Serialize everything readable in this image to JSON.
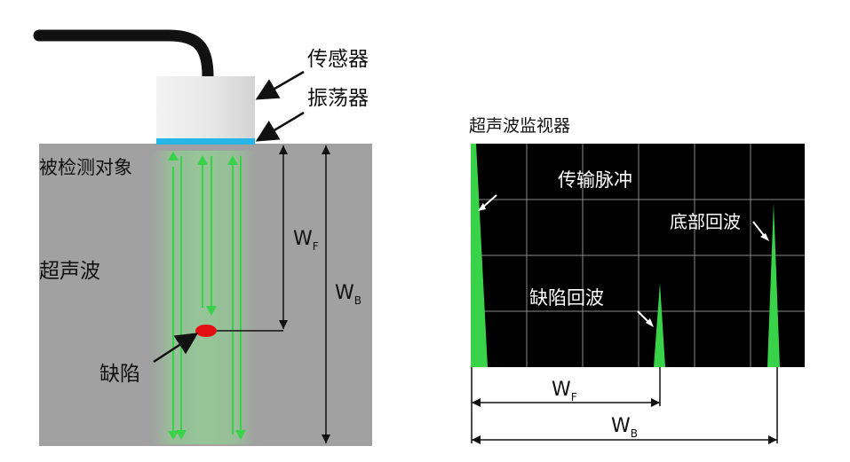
{
  "left_diagram": {
    "sensor_label": "传感器",
    "oscillator_label": "振荡器",
    "object_label": "被检测对象",
    "ultrasound_label": "超声波",
    "defect_label": "缺陷",
    "wf_label_main": "W",
    "wf_label_sub": "F",
    "wb_label_main": "W",
    "wb_label_sub": "B"
  },
  "monitor": {
    "title": "超声波监视器",
    "transmit_pulse_label": "传输脉冲",
    "bottom_echo_label": "底部回波",
    "defect_echo_label": "缺陷回波",
    "wf_label_main": "W",
    "wf_label_sub": "F",
    "wb_label_main": "W",
    "wb_label_sub": "B"
  },
  "colors": {
    "object_gray": "#a1a1a1",
    "sensor_body": "#e7e7e7",
    "oscillator_blue": "#26b7e8",
    "cable": "#111111",
    "beam_green": "#39d34a",
    "defect_red": "#e20f12",
    "screen_bg": "#000000",
    "grid": "#8a8a8a",
    "echo_green": "#39d34a"
  }
}
